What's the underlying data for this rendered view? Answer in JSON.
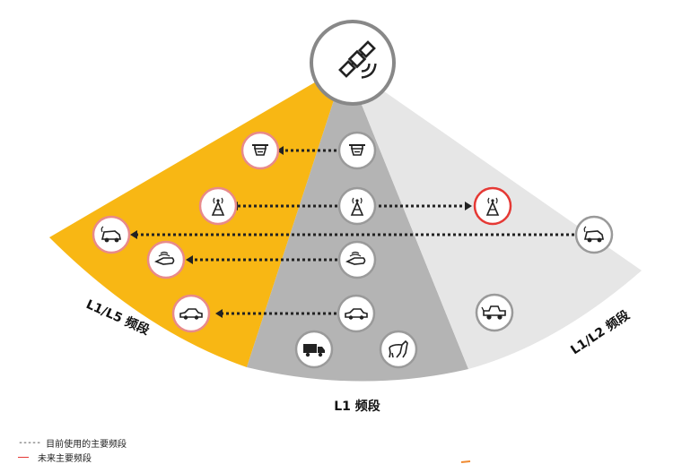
{
  "bands": {
    "l1l5": "L1/L5 频段",
    "l1": "L1 频段",
    "l1l2": "L1/L2 频段"
  },
  "legend": {
    "current_marker": "-----",
    "current": "目前使用的主要频段",
    "future": "未来主要频段"
  },
  "colors": {
    "l1l5_band": "#F8B714",
    "l1_band": "#B4B4B4",
    "l1l2_band": "#E6E6E6",
    "future_highlight": "#E53935",
    "current_highlight": "#9A9A9A"
  },
  "icons": {
    "satellite": "satellite-icon",
    "drone": "drone-icon",
    "tower": "cell-tower-icon",
    "robot_mower": "robot-mower-icon",
    "hand_device": "hand-device-icon",
    "car": "car-icon",
    "truck": "truck-icon",
    "animal": "livestock-icon",
    "harvester": "harvester-icon"
  }
}
